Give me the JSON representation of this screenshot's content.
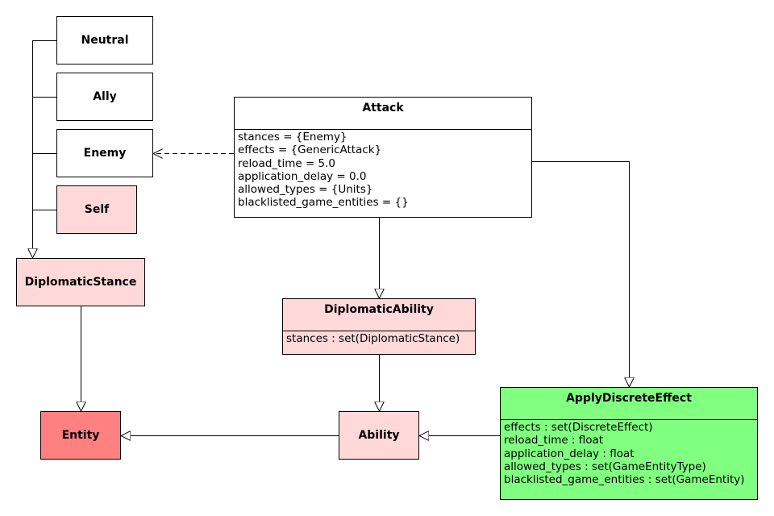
{
  "colors": {
    "white": "#ffffff",
    "pale_red": "#ffd9d9",
    "strong_red": "#ff8080",
    "green": "#80ff80",
    "line": "#000000"
  },
  "classes": {
    "neutral": {
      "name": "Neutral",
      "color": "white"
    },
    "ally": {
      "name": "Ally",
      "color": "white"
    },
    "enemy": {
      "name": "Enemy",
      "color": "white"
    },
    "self": {
      "name": "Self",
      "color": "pale_red"
    },
    "diplomatic_stance": {
      "name": "DiplomaticStance",
      "color": "pale_red"
    },
    "entity": {
      "name": "Entity",
      "color": "strong_red"
    },
    "ability": {
      "name": "Ability",
      "color": "pale_red"
    },
    "attack": {
      "name": "Attack",
      "color": "white",
      "attributes": [
        "stances = {Enemy}",
        "effects = {GenericAttack}",
        "reload_time = 5.0",
        "application_delay = 0.0",
        "allowed_types = {Units}",
        "blacklisted_game_entities = {}"
      ]
    },
    "diplomatic_ability": {
      "name": "DiplomaticAbility",
      "color": "pale_red",
      "attributes": [
        "stances : set(DiplomaticStance)"
      ]
    },
    "apply_discrete_effect": {
      "name": "ApplyDiscreteEffect",
      "color": "green",
      "attributes": [
        "effects : set(DiscreteEffect)",
        "reload_time : float",
        "application_delay : float",
        "allowed_types : set(GameEntityType)",
        "blacklisted_game_entities : set(GameEntity)"
      ]
    }
  },
  "relations": [
    {
      "from": "Neutral",
      "to": "DiplomaticStance",
      "kind": "inheritance"
    },
    {
      "from": "Ally",
      "to": "DiplomaticStance",
      "kind": "inheritance"
    },
    {
      "from": "Enemy",
      "to": "DiplomaticStance",
      "kind": "inheritance"
    },
    {
      "from": "Self",
      "to": "DiplomaticStance",
      "kind": "inheritance"
    },
    {
      "from": "DiplomaticStance",
      "to": "Entity",
      "kind": "inheritance"
    },
    {
      "from": "Attack",
      "to": "Enemy",
      "kind": "dependency"
    },
    {
      "from": "Attack",
      "to": "DiplomaticAbility",
      "kind": "inheritance"
    },
    {
      "from": "Attack",
      "to": "ApplyDiscreteEffect",
      "kind": "inheritance"
    },
    {
      "from": "DiplomaticAbility",
      "to": "Ability",
      "kind": "inheritance"
    },
    {
      "from": "ApplyDiscreteEffect",
      "to": "Ability",
      "kind": "inheritance"
    },
    {
      "from": "Ability",
      "to": "Entity",
      "kind": "inheritance"
    }
  ]
}
